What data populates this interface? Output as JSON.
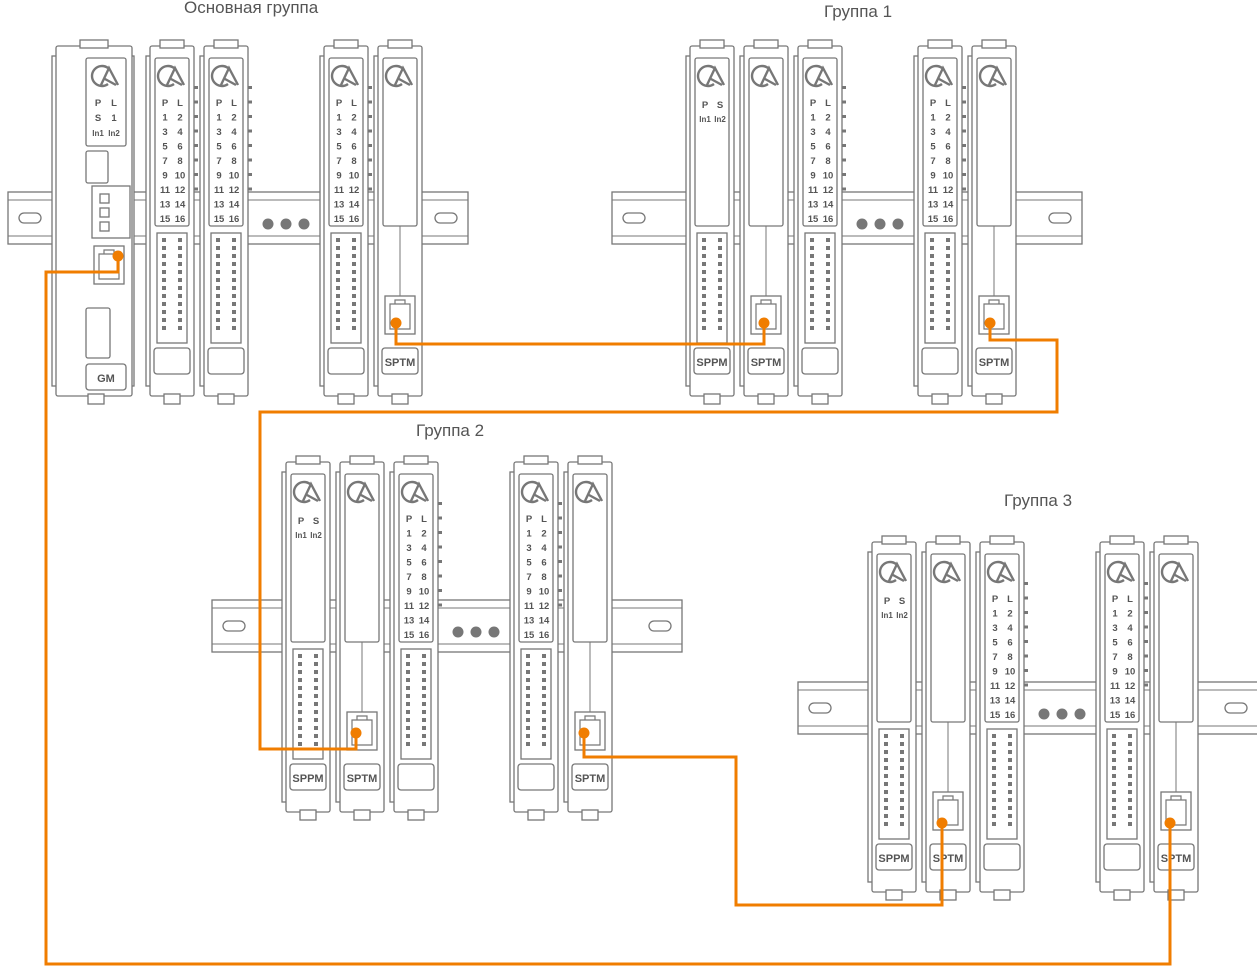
{
  "groups": {
    "main": {
      "title": "Основная группа"
    },
    "group1": {
      "title": "Группа 1"
    },
    "group2": {
      "title": "Группа 2"
    },
    "group3": {
      "title": "Группа 3"
    }
  },
  "module_text": {
    "gm": "GM",
    "sppm": "SPPM",
    "sptm": "SPTM",
    "ps_rows": [
      [
        "P",
        "L"
      ],
      [
        "S",
        "1"
      ],
      [
        "In1",
        "In2"
      ]
    ],
    "ps_rows_short": [
      [
        "P",
        "S"
      ],
      [
        "In1",
        "In2"
      ]
    ],
    "io_rows": [
      [
        "P",
        "L"
      ],
      [
        "1",
        "2"
      ],
      [
        "3",
        "4"
      ],
      [
        "5",
        "6"
      ],
      [
        "7",
        "8"
      ],
      [
        "9",
        "10"
      ],
      [
        "11",
        "12"
      ],
      [
        "13",
        "14"
      ],
      [
        "15",
        "16"
      ]
    ]
  },
  "colors": {
    "cable": "#f07d00",
    "outline": "#777777",
    "fill": "#ffffff"
  },
  "icons": {
    "logo": "ca-logo-icon",
    "ellipsis": "ellipsis-dots-icon",
    "port": "rj45-port-icon"
  }
}
